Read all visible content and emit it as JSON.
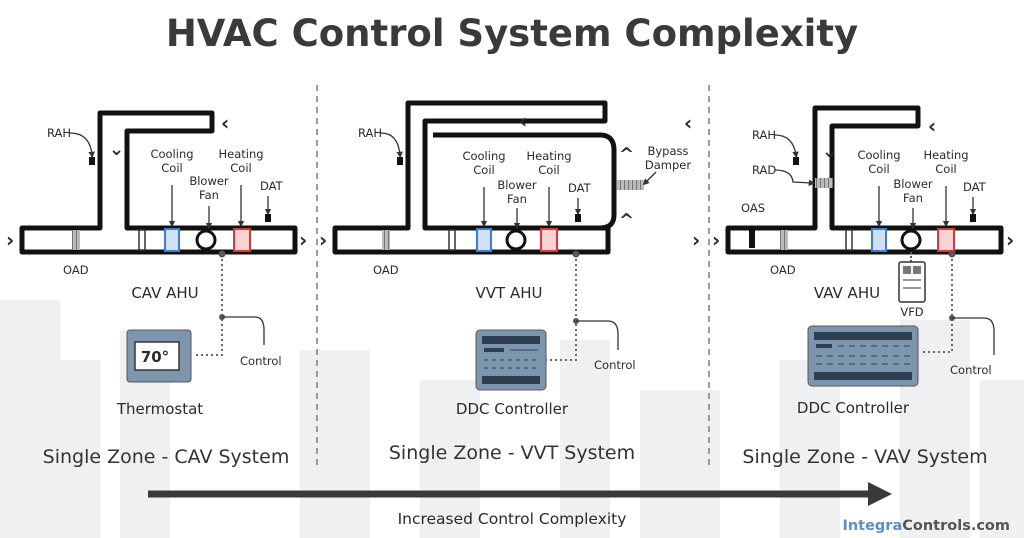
{
  "title": "HVAC Control System Complexity",
  "colors": {
    "duct": "#111111",
    "cooling_coil": "#3a7fd6",
    "heating_coil": "#e03535",
    "controller_fill": "#7e96ad",
    "text": "#2a2a2a"
  },
  "panels": [
    {
      "ahu_label": "CAV AHU",
      "labels": {
        "rah": "RAH",
        "cooling": "Cooling\nCoil",
        "blower": "Blower\nFan",
        "heating": "Heating\nCoil",
        "dat": "DAT",
        "oad": "OAD"
      },
      "device": "Thermostat",
      "thermostat_display": "70°",
      "control": "Control",
      "zone": "Single Zone - CAV System"
    },
    {
      "ahu_label": "VVT AHU",
      "labels": {
        "rah": "RAH",
        "cooling": "Cooling\nCoil",
        "blower": "Blower\nFan",
        "heating": "Heating\nCoil",
        "dat": "DAT",
        "oad": "OAD",
        "bypass": "Bypass\nDamper"
      },
      "device": "DDC Controller",
      "control": "Control",
      "zone": "Single Zone - VVT System"
    },
    {
      "ahu_label": "VAV AHU",
      "labels": {
        "rah": "RAH",
        "rad": "RAD",
        "oas": "OAS",
        "cooling": "Cooling\nCoil",
        "blower": "Blower\nFan",
        "heating": "Heating\nCoil",
        "dat": "DAT",
        "oad": "OAD",
        "vfd": "VFD"
      },
      "device": "DDC Controller",
      "control": "Control",
      "zone": "Single Zone - VAV System"
    }
  ],
  "footer": {
    "arrow_label": "Increased Control Complexity",
    "brand_integra": "Integra",
    "brand_controls": "Controls.com"
  }
}
